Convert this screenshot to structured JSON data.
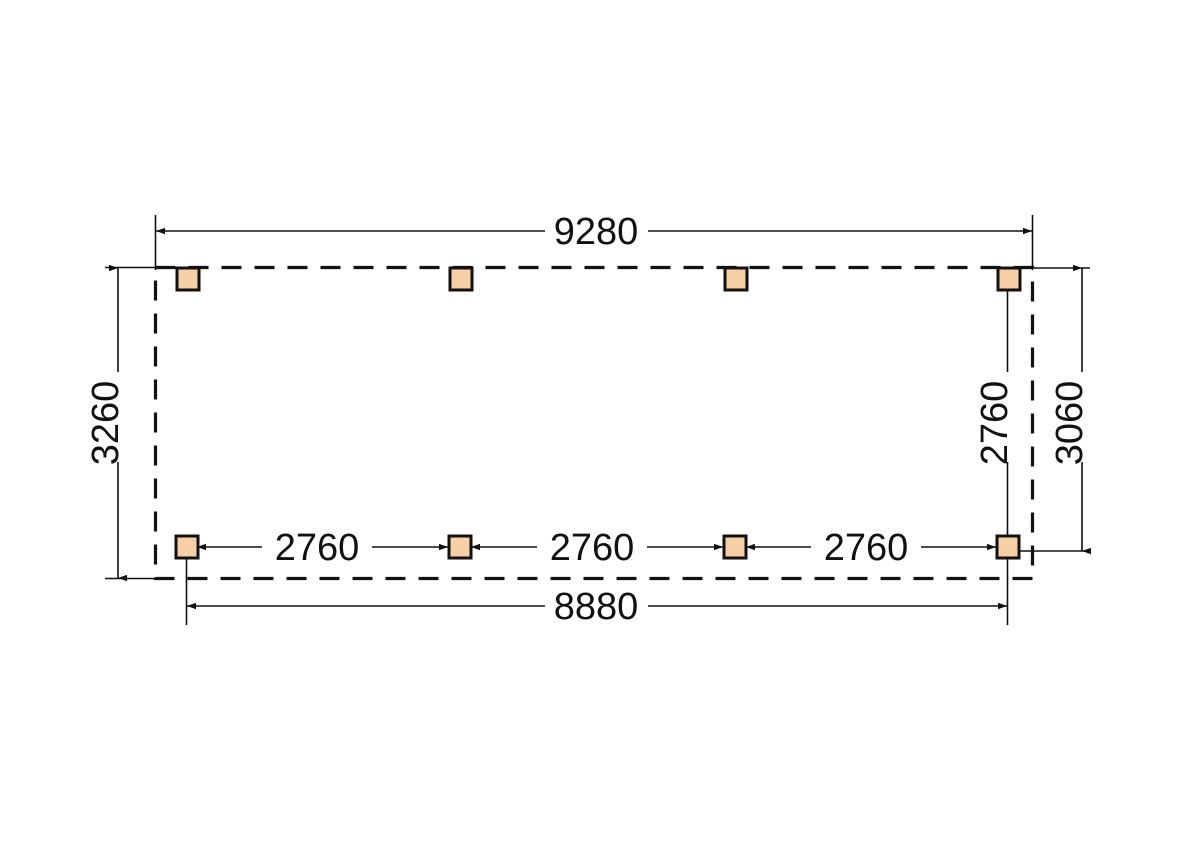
{
  "drawing": {
    "type": "technical-floor-plan",
    "title": "",
    "units": "mm",
    "background_color": "#ffffff",
    "line_color": "#111111",
    "post_fill_color": "#f7cfa4",
    "post_stroke_color": "#111111",
    "outline_style": "dashed",
    "dimensions": {
      "top_overall": "9280",
      "bottom_overall": "8880",
      "left_vertical": "3260",
      "right_outer_vertical": "3060",
      "right_inner_vertical": "2760",
      "bay_1": "2760",
      "bay_2": "2760",
      "bay_3": "2760"
    },
    "posts": {
      "count": 8,
      "top_row_count": 4,
      "bottom_row_count": 4,
      "size_label": ""
    },
    "labels": [
      {
        "id": "top-overall",
        "value": "9280",
        "orientation": "horizontal"
      },
      {
        "id": "bay-1",
        "value": "2760",
        "orientation": "horizontal"
      },
      {
        "id": "bay-2",
        "value": "2760",
        "orientation": "horizontal"
      },
      {
        "id": "bay-3",
        "value": "2760",
        "orientation": "horizontal"
      },
      {
        "id": "bottom-overall",
        "value": "8880",
        "orientation": "horizontal"
      },
      {
        "id": "left-vertical",
        "value": "3260",
        "orientation": "vertical"
      },
      {
        "id": "right-inner-vertical",
        "value": "2760",
        "orientation": "vertical"
      },
      {
        "id": "right-outer-vertical",
        "value": "3060",
        "orientation": "vertical"
      }
    ]
  }
}
